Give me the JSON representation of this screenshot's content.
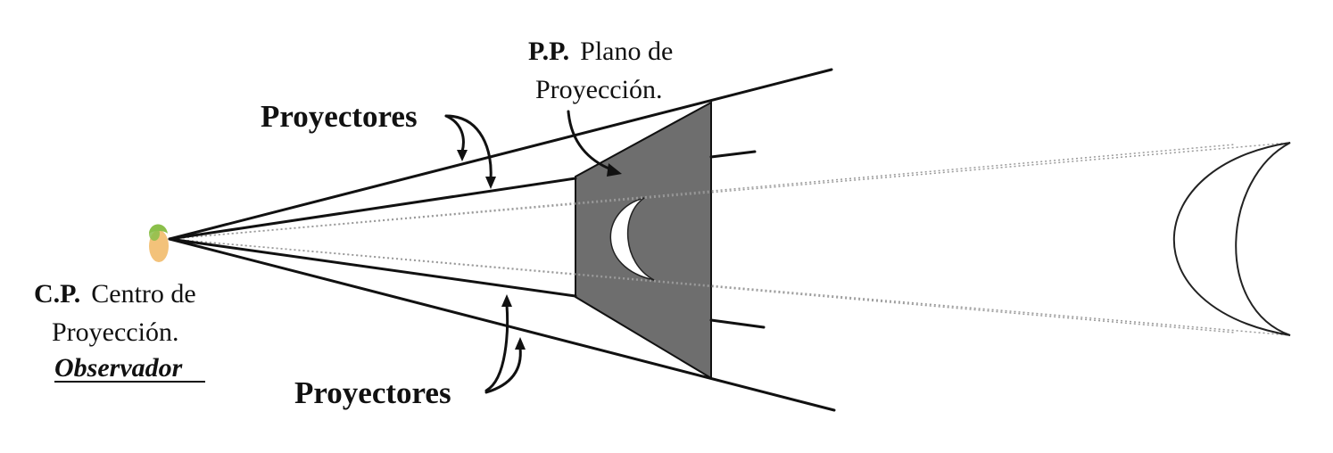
{
  "labels": {
    "projectors_top": "Proyectores",
    "projectors_bottom": "Proyectores",
    "plane_abbrev": "P.P.",
    "plane_line1": "Plano de",
    "plane_line2": "Proyección.",
    "center_abbrev": "C.P.",
    "center_line1": "Centro de",
    "center_line2": "Proyección.",
    "observer": "Observador"
  },
  "colors": {
    "plane_fill": "#6e6e6e",
    "line": "#111111",
    "dotted": "#9a9a9a",
    "moon_fill": "#ffffff",
    "observer_skin": "#f3c27a",
    "observer_hair": "#8bbf4a"
  },
  "icons": {
    "observer": "observer-head-icon",
    "moon_projection": "crescent-moon-icon",
    "moon_object": "crescent-outline-icon"
  }
}
